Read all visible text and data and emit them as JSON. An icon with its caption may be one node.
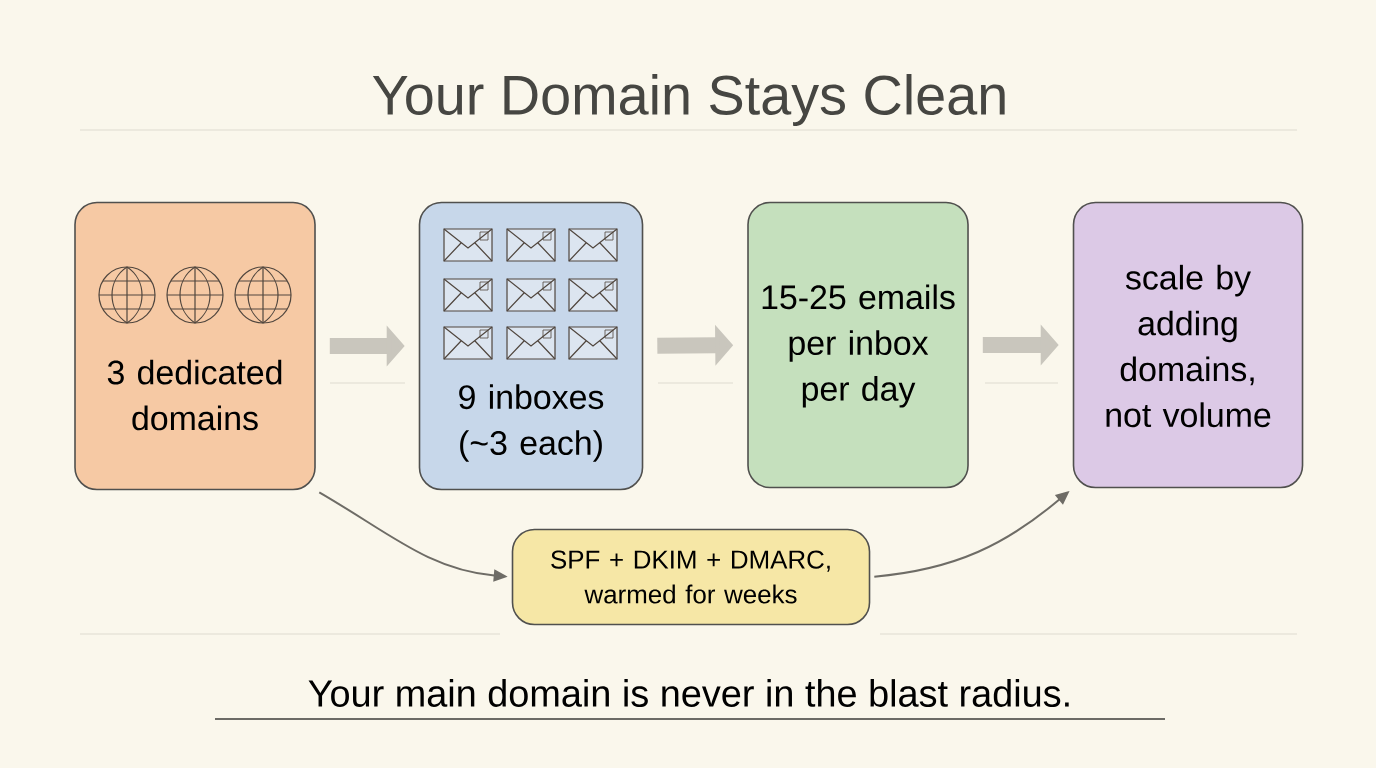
{
  "diagram": {
    "title": "Your Domain Stays Clean",
    "caption": "Your main domain is never in the blast radius.",
    "nodes": [
      {
        "text": [
          "3 dedicated domains"
        ]
      },
      {
        "text": [
          "9 inboxes (~3 each)"
        ]
      },
      {
        "text": [
          "15-25 emails per inbox per day"
        ]
      },
      {
        "text": [
          "scale by adding domains, not volume"
        ]
      },
      {
        "text": [
          "SPF + DKIM + DMARC, warmed for weeks"
        ]
      }
    ],
    "edges": [
      {
        "from": 0,
        "to": 1,
        "arrow": "to"
      },
      {
        "from": 1,
        "to": 2,
        "arrow": "to"
      },
      {
        "from": 2,
        "to": 3,
        "arrow": "to"
      },
      {
        "from": 0,
        "to": 4,
        "arrow": "to",
        "color": "#6e6c66"
      },
      {
        "from": 4,
        "to": 3,
        "arrow": "to",
        "color": "#6e6c66"
      }
    ]
  }
}
